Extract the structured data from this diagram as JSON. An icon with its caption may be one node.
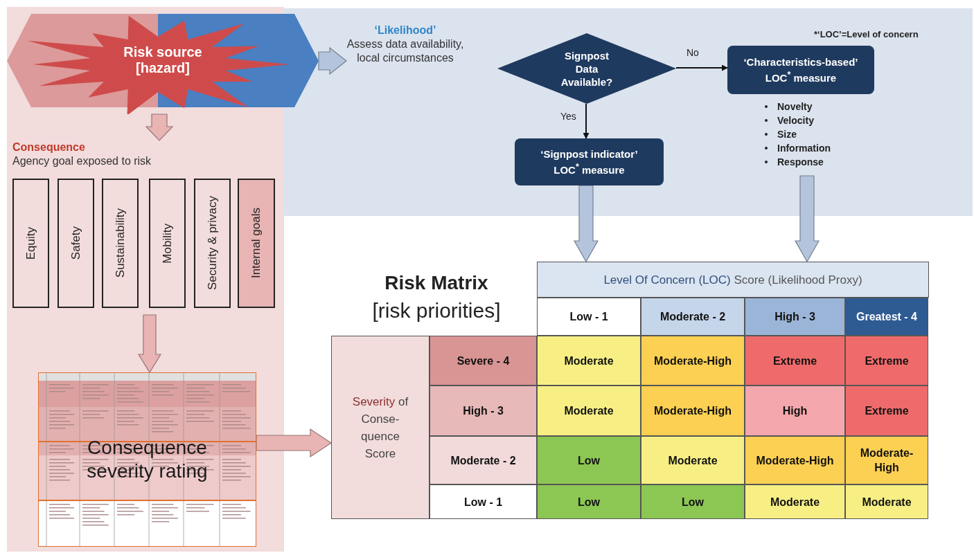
{
  "diagram": {
    "nodes": [
      {
        "text": [
          "Risk source [hazard]"
        ]
      },
      {
        "text": [
          "‘Likelihood’",
          "Assess data availability, local circumstances"
        ]
      },
      {
        "text": [
          "Consequence",
          "Agency goal exposed to risk"
        ]
      },
      {
        "text": [
          "Equity"
        ]
      },
      {
        "text": [
          "Safety"
        ]
      },
      {
        "text": [
          "Sustainability"
        ]
      },
      {
        "text": [
          "Mobility"
        ]
      },
      {
        "text": [
          "Security & privacy"
        ]
      },
      {
        "text": [
          "Internal goals"
        ]
      },
      {
        "text": [
          "Consequence severity rating"
        ]
      },
      {
        "text": [
          "Signpost Data Available?"
        ]
      },
      {
        "text": [
          "‘Characteristics-based’ LOC$^{*}$ measure"
        ],
        "beside": [
          "Novelty",
          "Velocity",
          "Size",
          "Information",
          "Response"
        ]
      },
      {
        "text": [
          "‘Signpost indicator’ LOC$^{*}$ measure"
        ]
      },
      {
        "text": [
          "Level Of Concern (LOC) Score (Likelihood Proxy)"
        ]
      },
      {
        "text": [
          "Severity of Conse-quence Score"
        ]
      }
    ],
    "edges": [
      {
        "from": 0,
        "to": 1,
        "arrow": "to",
        "style": "thick",
        "color": "#b4c4dc"
      },
      {
        "from": 0,
        "to": 2,
        "arrow": "to",
        "style": "thick",
        "color": "#e8b4b4"
      },
      {
        "from": null,
        "to": 9,
        "arrow": "to",
        "style": "thick",
        "color": "#e8b4b4"
      },
      {
        "from": 10,
        "to": 11,
        "arrow": "to",
        "label": "No"
      },
      {
        "from": 10,
        "to": 12,
        "arrow": "to",
        "label": "Yes"
      },
      {
        "from": 12,
        "to": 13,
        "arrow": "to",
        "style": "thick",
        "color": "#b4c4dc"
      },
      {
        "from": 11,
        "to": 13,
        "arrow": "to",
        "style": "thick",
        "color": "#b4c4dc"
      },
      {
        "from": 9,
        "to": 14,
        "arrow": "to",
        "style": "thick",
        "color": "#e8b4b4"
      }
    ],
    "labels": [
      "*‘LOC’=Level of concern",
      "Risk Matrix",
      "[risk priorities]",
      "Low - 1",
      "Moderate - 2",
      "High - 3",
      "Greatest - 4",
      "Severe - 4",
      "Moderate",
      "Moderate-High",
      "Extreme",
      "Extreme",
      "High - 3",
      "Moderate",
      "Moderate-High",
      "High",
      "Extreme",
      "Moderate - 2",
      "Low",
      "Moderate",
      "Moderate-High",
      "Moderate-High",
      "Low - 1",
      "Low",
      "Low",
      "Moderate",
      "Moderate"
    ]
  }
}
